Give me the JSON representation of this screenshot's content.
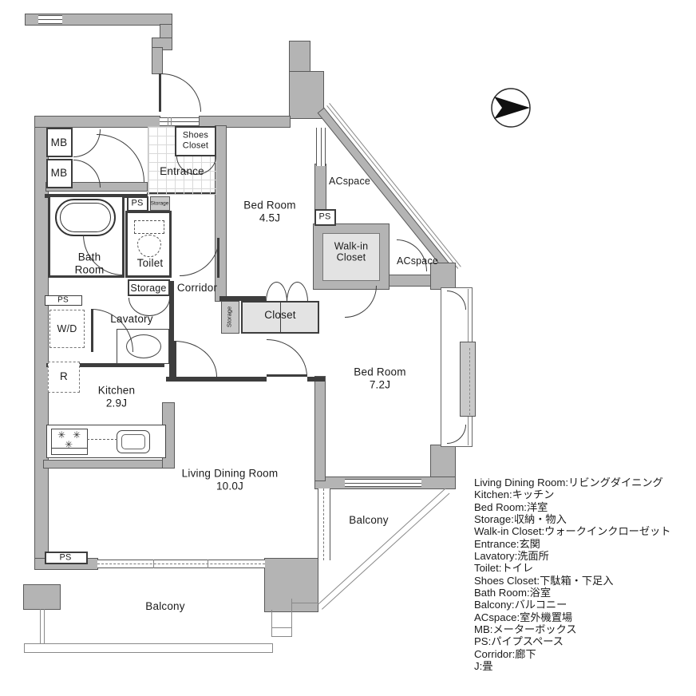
{
  "floorplan": {
    "compass": "N",
    "icons": {
      "stove_burner": "✳"
    },
    "labels": {
      "mb_top": "MB",
      "mb_bottom": "MB",
      "shoes_closet": "Shoes\nCloset",
      "entrance": "Entrance",
      "bedroom_45": "Bed Room\n4.5J",
      "acspace_top": "ACspace",
      "ps_wic": "PS",
      "walkin_closet": "Walk-in\nCloset",
      "acspace_right": "ACspace",
      "ps_bath": "PS",
      "storage_entrance": "Storage",
      "bath_room": "Bath\nRoom",
      "toilet": "Toilet",
      "storage_toilet": "Storage",
      "corridor": "Corridor",
      "ps_lavatory": "PS",
      "lavatory": "Lavatory",
      "wd": "W/D",
      "refrigerator": "R",
      "kitchen": "Kitchen\n2.9J",
      "storage_closet": "Storage",
      "closet": "Closet",
      "bedroom_72": "Bed Room\n7.2J",
      "living_dining": "Living Dining Room\n10.0J",
      "balcony_right": "Balcony",
      "ps_balcony": "PS",
      "balcony_bottom": "Balcony"
    },
    "legend": [
      "Living Dining Room:リビングダイニング",
      "Kitchen:キッチン",
      "Bed Room:洋室",
      "Storage:収納・物入",
      "Walk-in Closet:ウォークインクローゼット",
      "Entrance:玄関",
      "Lavatory:洗面所",
      "Toilet:トイレ",
      "Shoes Closet:下駄箱・下足入",
      "Bath Room:浴室",
      "Balcony:バルコニー",
      "ACspace:室外機置場",
      "MB:メーターボックス",
      "PS:パイプスペース",
      "Corridor:廊下",
      "J:畳"
    ]
  }
}
